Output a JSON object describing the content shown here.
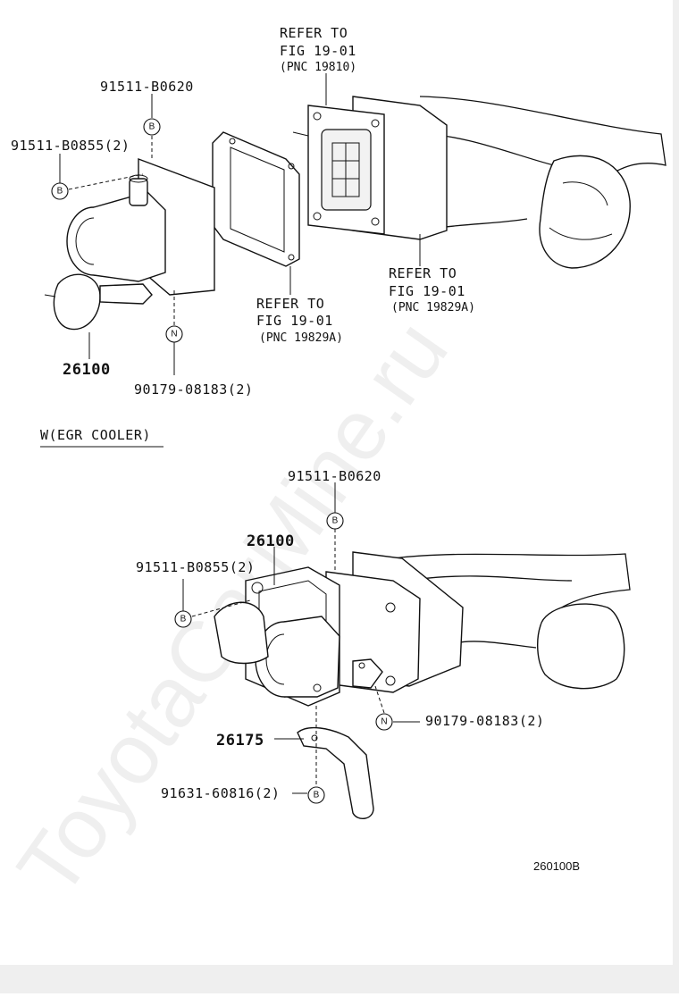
{
  "watermark": "ToyotaCarMine.ru",
  "upper": {
    "refer_top": [
      "REFER TO",
      "FIG 19-01",
      "(PNC 19810)"
    ],
    "refer_right": [
      "REFER TO",
      "FIG 19-01",
      "(PNC 19829A)"
    ],
    "refer_mid": [
      "REFER TO",
      "FIG 19-01",
      "(PNC 19829A)"
    ],
    "part_a": "91511-B0620",
    "part_b": "91511-B0855(2)",
    "part_main": "26100",
    "part_n": "90179-08183(2)",
    "sym_b": "B",
    "sym_n": "N"
  },
  "section_label": "W(EGR COOLER)",
  "lower": {
    "part_a": "91511-B0620",
    "part_main": "26100",
    "part_b": "91511-B0855(2)",
    "part_n": "90179-08183(2)",
    "part_bracket": "26175",
    "part_bolt": "91631-60816(2)",
    "sym_b": "B",
    "sym_n": "N"
  },
  "figure_code": "260100B"
}
